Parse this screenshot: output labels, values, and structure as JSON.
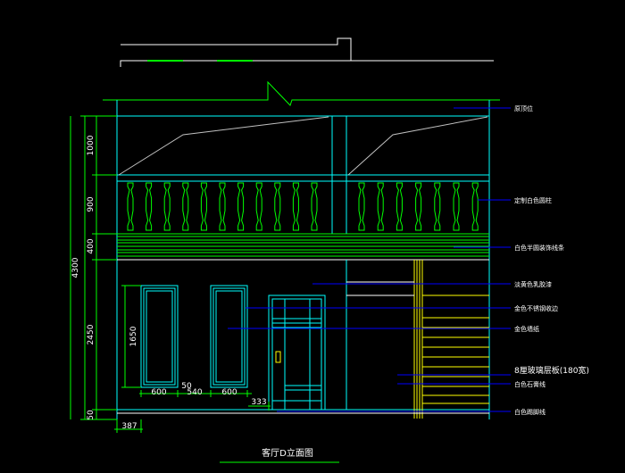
{
  "drawing": {
    "title": "客厅D立面图",
    "colors": {
      "background": "#000000",
      "structure": "#00ffff",
      "wall": "#ffffff",
      "greenery": "#00ff00",
      "gold": "#ffff00",
      "leader": "#0000ff",
      "dimension": "#00ff00",
      "text": "#ffffff"
    },
    "dimensions": {
      "vertical_total": "4300",
      "vertical_segments": [
        "1000",
        "900",
        "400",
        "2450",
        "50"
      ],
      "window_height": "1650",
      "window_width_a": "600",
      "window_gap": "540",
      "window_width_b": "600",
      "small_offset": "50",
      "door_offset": "333",
      "bottom_offset": "387"
    },
    "annotations": [
      "原顶位",
      "定制白色圆柱",
      "白色半圆装饰线条",
      "淡黄色乳胶漆",
      "金色不锈钢收边",
      "金色墙纸",
      "8厘玻璃层板(180宽)",
      "白色石膏线",
      "白色踢脚线"
    ]
  }
}
